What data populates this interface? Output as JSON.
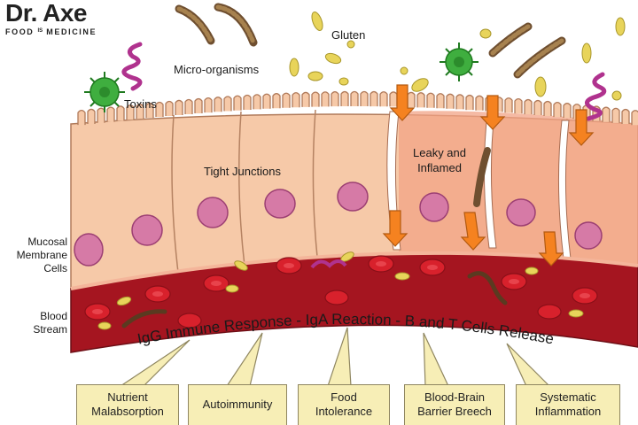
{
  "brand": {
    "name": "Dr. Axe",
    "tagline_left": "FOOD",
    "tagline_is": "IS",
    "tagline_right": "MEDICINE"
  },
  "labels": {
    "gluten": "Gluten",
    "micro_organisms": "Micro-organisms",
    "toxins": "Toxins",
    "tight_junctions": "Tight Junctions",
    "leaky_line1": "Leaky and",
    "leaky_line2": "Inflamed",
    "mucosal_line1": "Mucosal",
    "mucosal_line2": "Membrane",
    "mucosal_line3": "Cells",
    "blood_line1": "Blood",
    "blood_line2": "Stream",
    "immune_response": "IgG Immune Response - IgA Reaction - B and T Cells Release"
  },
  "outcomes": [
    {
      "line1": "Nutrient",
      "line2": "Malabsorption"
    },
    {
      "line1": "Autoimmunity",
      "line2": ""
    },
    {
      "line1": "Food",
      "line2": "Intolerance"
    },
    {
      "line1": "Blood-Brain",
      "line2": "Barrier Breech"
    },
    {
      "line1": "Systematic",
      "line2": "Inflammation"
    }
  ],
  "colors": {
    "cell_fill": "#f6c9a8",
    "cell_inflamed": "#f2a385",
    "nucleus": "#d0709d",
    "blood": "#a51520",
    "rbc": "#d8212c",
    "arrow": "#f58220",
    "virus": "#3fae3f",
    "gluten": "#e8d45a",
    "box_fill": "#f7eeb6"
  }
}
